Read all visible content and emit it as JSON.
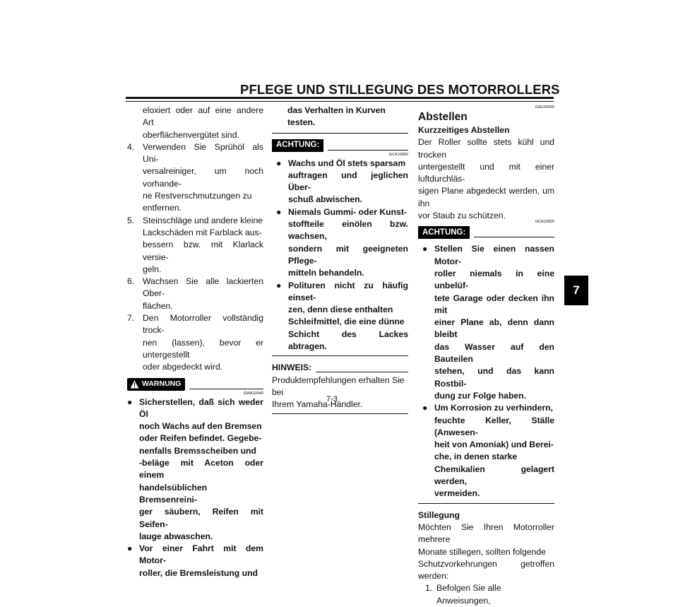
{
  "header": {
    "title": "PFLEGE UND STILLEGUNG DES MOTORROLLERS"
  },
  "chapter_tab": "7",
  "page_number": "7-3",
  "col1": {
    "cont_lines": [
      "eloxiert oder auf eine andere Art",
      "oberflächenvergütet sind."
    ],
    "items": [
      {
        "num": "4.",
        "lines": [
          "Verwenden Sie Sprühöl als Uni-",
          "versalreiniger, um noch vorhande-",
          "ne Restverschmutzungen zu",
          "entfernen."
        ]
      },
      {
        "num": "5.",
        "lines": [
          "Steinschläge und andere kleine",
          "Lackschäden mit Farblack aus-",
          "bessern bzw. mit Klarlack versie-",
          "geln."
        ]
      },
      {
        "num": "6.",
        "lines": [
          "Wachsen Sie alle lackierten Ober-",
          "flächen."
        ]
      },
      {
        "num": "7.",
        "lines": [
          "Den Motorroller vollständig trock-",
          "nen (lassen), bevor er untergestellt",
          "oder abgedeckt wird."
        ]
      }
    ],
    "warning": {
      "label": "WARNUNG",
      "code": "GWA10940",
      "bullets": [
        [
          "Sicherstellen, daß sich weder Öl",
          "noch Wachs auf den Bremsen",
          "oder Reifen befindet. Gegebe-",
          "nenfalls Bremsscheiben und",
          "-beläge mit Aceton oder einem",
          "handelsüblichen Bremsenreini-",
          "ger säubern, Reifen mit Seifen-",
          "lauge abwaschen."
        ],
        [
          "Vor einer Fahrt mit dem Motor-",
          "roller, die Bremsleistung und"
        ]
      ]
    }
  },
  "col2": {
    "cont_line": "das Verhalten in Kurven testen.",
    "caution": {
      "label": "ACHTUNG:",
      "code": "GCA10800",
      "bullets": [
        [
          "Wachs und Öl stets sparsam",
          "auftragen und jeglichen Über-",
          "schuß abwischen."
        ],
        [
          "Niemals Gummi- oder Kunst-",
          "stoffteile einölen bzw. wachsen,",
          "sondern mit geeigneten Pflege-",
          "mitteln behandeln."
        ],
        [
          "Polituren nicht zu häufig einset-",
          "zen, denn diese enthalten",
          "Schleifmittel, die eine dünne",
          "Schicht des Lackes abtragen."
        ]
      ]
    },
    "note": {
      "label": "HINWEIS:",
      "lines": [
        "Produktempfehlungen erhalten Sie bei",
        "Ihrem Yamaha-Händler."
      ]
    }
  },
  "col3": {
    "section_code": "GAU36560",
    "section_title": "Abstellen",
    "short_term": {
      "heading": "Kurzzeitiges Abstellen",
      "lines": [
        "Der Roller sollte stets kühl und trocken",
        "untergestellt und mit einer luftdurchläs-",
        "sigen Plane abgedeckt werden, um ihn",
        "vor Staub zu schützen."
      ]
    },
    "caution": {
      "label": "ACHTUNG:",
      "code": "GCA10820",
      "bullets": [
        [
          "Stellen Sie einen nassen Motor-",
          "roller niemals in eine unbelüf-",
          "tete Garage oder decken ihn mit",
          "einer Plane ab, denn dann bleibt",
          "das Wasser auf den Bauteilen",
          "stehen, und das kann Rostbil-",
          "dung zur Folge haben."
        ],
        [
          "Um Korrosion zu verhindern,",
          "feuchte Keller, Ställe (Anwesen-",
          "heit von Amoniak) und Berei-",
          "che, in denen starke",
          "Chemikalien gelagert werden,",
          "vermeiden."
        ]
      ]
    },
    "storage": {
      "heading": "Stillegung",
      "lines": [
        "Möchten Sie Ihren Motorroller mehrere",
        "Monate stillegen, sollten folgende",
        "Schutzvorkehrungen getroffen werden:"
      ],
      "item_num": "1.",
      "item_text": "Befolgen Sie alle Anweisungen,"
    }
  }
}
